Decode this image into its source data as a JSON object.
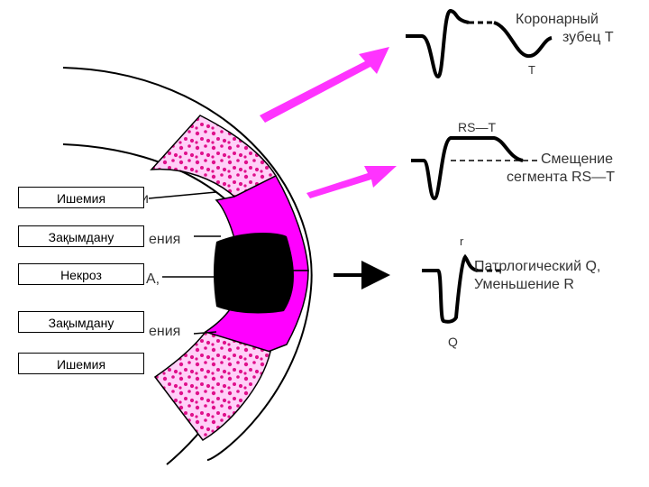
{
  "colors": {
    "magenta": "#ff00ff",
    "pink_bg": "#ffd0f8",
    "dots": "#e0108c",
    "necrosis": "#000000",
    "arrow": "#ff33ff",
    "line": "#000000"
  },
  "zone_labels": [
    "Ишемия",
    "Зақымдану",
    "Некроз",
    "Зақымдану",
    "Ишемия"
  ],
  "hidden_label_fragments": {
    "ischemia_tail": "и",
    "damage_top_tail": "ения",
    "necrosis_tail": "А,",
    "damage_bottom_tail": "ения"
  },
  "ecg": {
    "t_wave": {
      "caption_line1": "Коронарный",
      "caption_line2": "зубец Т",
      "wave_label": "Т"
    },
    "st_segment": {
      "top_label": "RS—T",
      "caption_line1": "Смещение",
      "caption_line2": "сегмента RS—T"
    },
    "q_wave": {
      "r_label": "r",
      "caption_line1": "Патрлогический Q,",
      "caption_line2": "Уменьшение R",
      "q_label": "Q"
    }
  },
  "icons": [
    "arrow-icon",
    "arrow-icon",
    "arrow-icon"
  ]
}
